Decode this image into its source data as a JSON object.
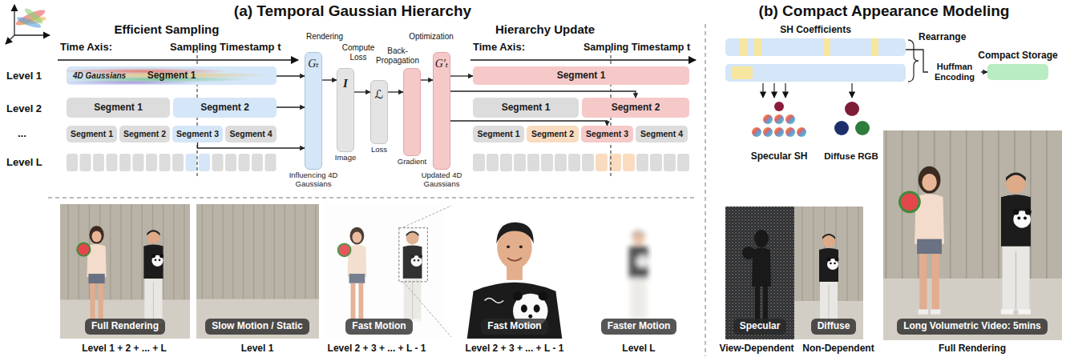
{
  "diagram": {
    "nodes": [
      {
        "text": [
          "4D Gaussians",
          "Segment 1"
        ]
      },
      {
        "text": [
          "Segment 1"
        ]
      },
      {
        "text": [
          "Segment 2"
        ]
      },
      {
        "text": [
          "Segment 1"
        ]
      },
      {
        "text": [
          "Segment 2"
        ]
      },
      {
        "text": [
          "Segment 3"
        ]
      },
      {
        "text": [
          "Segment 4"
        ]
      },
      {
        "text": [
          "Gₜ",
          "Influencing 4D Gaussians"
        ]
      },
      {
        "text": [
          "I",
          "Image"
        ]
      },
      {
        "text": [
          "ℒ",
          "Loss"
        ]
      },
      {
        "text": [
          "Gradient"
        ]
      },
      {
        "text": [
          "G′ₜ",
          "Updated 4D Gaussians"
        ]
      },
      {
        "text": [
          "Segment 1"
        ]
      },
      {
        "text": [
          "Segment 1"
        ]
      },
      {
        "text": [
          "Segment 2"
        ]
      },
      {
        "text": [
          "Segment 1"
        ]
      },
      {
        "text": [
          "Segment 2"
        ]
      },
      {
        "text": [
          "Segment 3"
        ]
      },
      {
        "text": [
          "Segment 4"
        ]
      },
      {
        "text": [
          "SH Coefficients"
        ]
      },
      {
        "text": [
          "Compact Storage"
        ]
      },
      {
        "text": [
          "Full Rendering"
        ]
      },
      {
        "text": [
          "Slow Motion / Static"
        ]
      },
      {
        "text": [
          "Fast Motion"
        ]
      },
      {
        "text": [
          "Fast Motion"
        ]
      },
      {
        "text": [
          "Faster Motion"
        ]
      },
      {
        "text": [
          "Specular"
        ]
      },
      {
        "text": [
          "Diffuse"
        ]
      },
      {
        "text": [
          "Long Volumetric Video: 5mins"
        ]
      }
    ],
    "edges": [
      {
        "from": 0,
        "to": 7,
        "arrow": "to"
      },
      {
        "from": 2,
        "to": 7,
        "arrow": "to"
      },
      {
        "from": 5,
        "to": 7,
        "arrow": "to"
      },
      {
        "from": 7,
        "to": 8,
        "label": "Rendering",
        "arrow": "to"
      },
      {
        "from": 8,
        "to": 9,
        "label": "Compute Loss",
        "arrow": "to"
      },
      {
        "from": 9,
        "to": 10,
        "label": "Back-Propagation",
        "arrow": "to"
      },
      {
        "from": 10,
        "to": 11,
        "label": "Optimization",
        "arrow": "to"
      },
      {
        "from": 11,
        "to": 12,
        "arrow": "to"
      },
      {
        "from": 11,
        "to": 14,
        "arrow": "to"
      },
      {
        "from": 11,
        "to": 17,
        "arrow": "to"
      },
      {
        "from": 19,
        "to": 20,
        "label": "Huffman Encoding",
        "arrow": "to"
      }
    ],
    "labels": [
      "(a) Temporal Gaussian Hierarchy",
      "Efficient Sampling",
      "Hierarchy Update",
      "(b) Compact Appearance Modeling",
      "Time Axis:",
      "Sampling Timestamp t",
      "Time Axis:",
      "Sampling Timestamp t",
      "Level 1",
      "Level 2",
      "...",
      "Level L",
      "Level 1 + 2 + ... + L",
      "Level 1",
      "Level 2 + 3 + ... + L - 1",
      "Level 2 + 3 + ... + L - 1",
      "Level L",
      "Rearrange",
      "Specular SH",
      "Diffuse RGB",
      "View-Dependent",
      "Non-Dependent",
      "Full Rendering"
    ]
  }
}
